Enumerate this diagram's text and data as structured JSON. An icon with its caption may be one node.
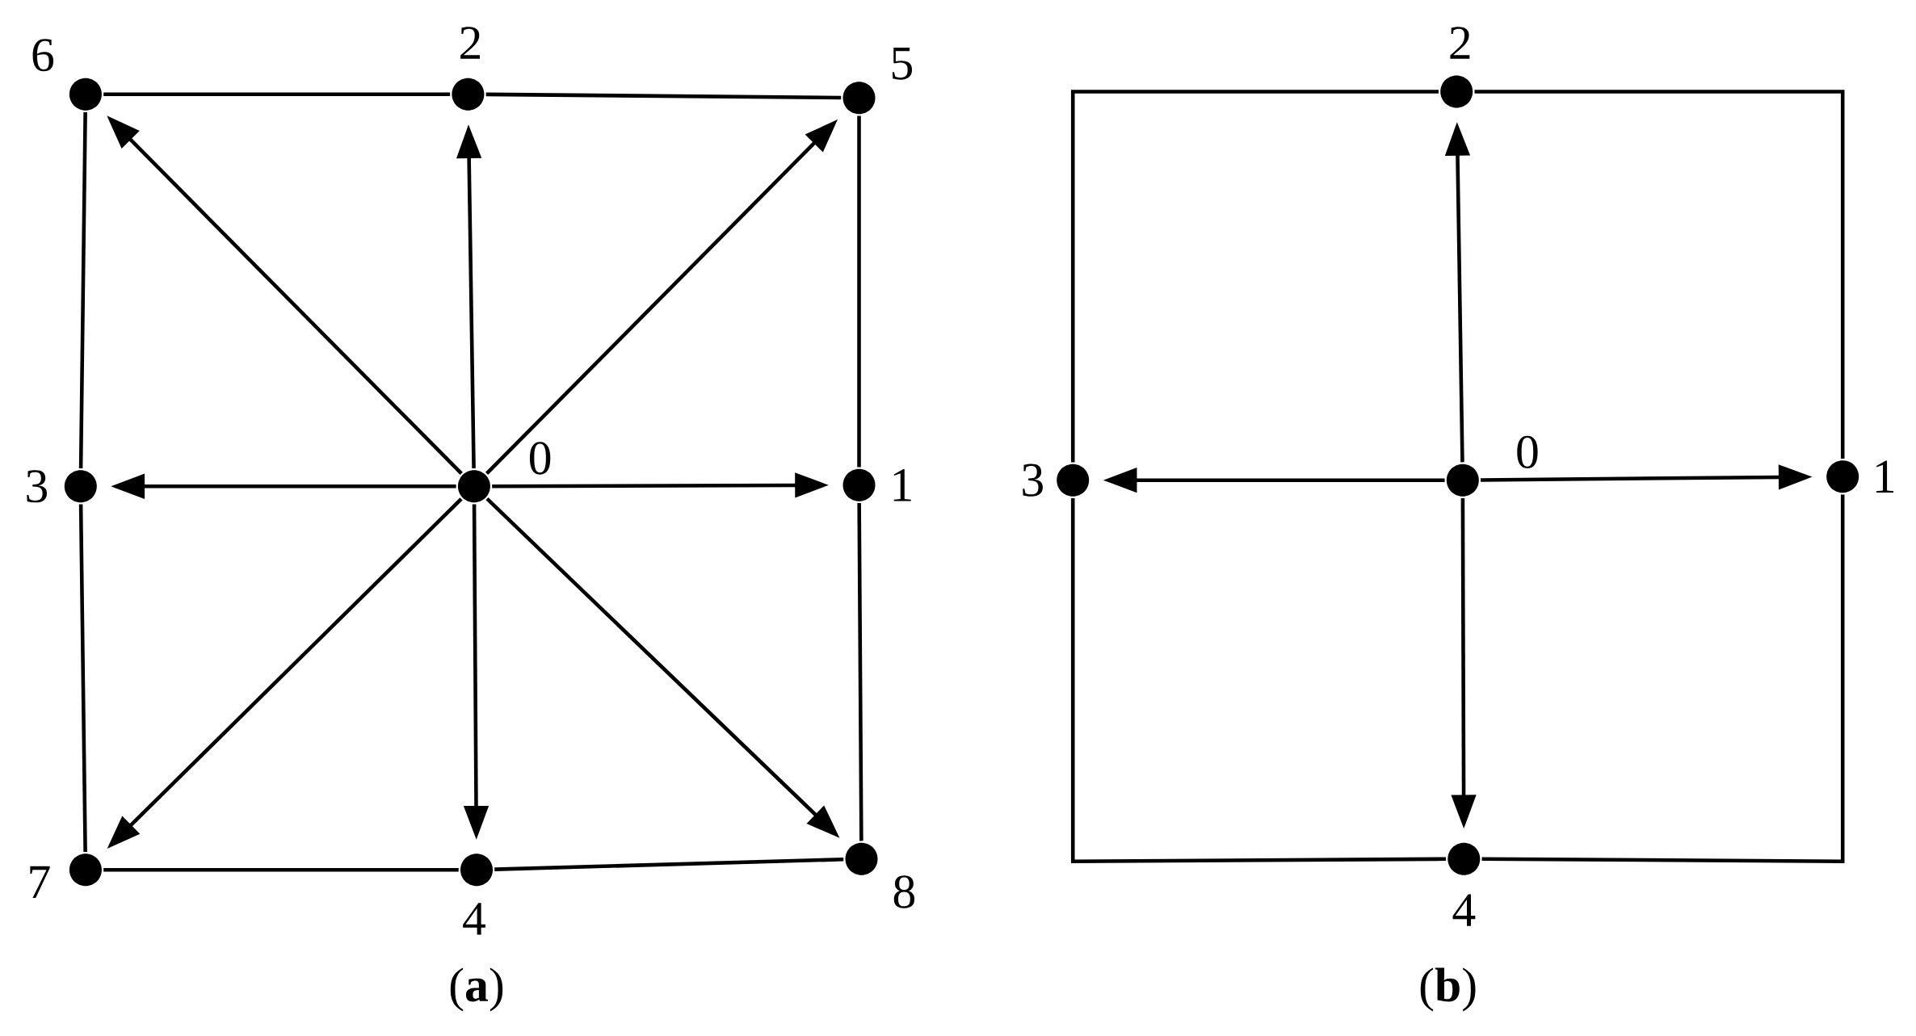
{
  "diagram": {
    "nodes": [
      {
        "text": [
          "0"
        ]
      },
      {
        "text": [
          "1"
        ]
      },
      {
        "text": [
          "2"
        ]
      },
      {
        "text": [
          "3"
        ]
      },
      {
        "text": [
          "4"
        ]
      },
      {
        "text": [
          "5"
        ]
      },
      {
        "text": [
          "6"
        ]
      },
      {
        "text": [
          "7"
        ]
      },
      {
        "text": [
          "8"
        ]
      },
      {
        "text": [
          "0"
        ]
      },
      {
        "text": [
          "1"
        ]
      },
      {
        "text": [
          "2"
        ]
      },
      {
        "text": [
          "3"
        ]
      },
      {
        "text": [
          "4"
        ]
      }
    ],
    "edges": [
      {
        "from": 0,
        "to": 1,
        "arrow": "to"
      },
      {
        "from": 0,
        "to": 2,
        "arrow": "to"
      },
      {
        "from": 0,
        "to": 3,
        "arrow": "to"
      },
      {
        "from": 0,
        "to": 4,
        "arrow": "to"
      },
      {
        "from": 0,
        "to": 5,
        "arrow": "to"
      },
      {
        "from": 0,
        "to": 6,
        "arrow": "to"
      },
      {
        "from": 0,
        "to": 7,
        "arrow": "to"
      },
      {
        "from": 0,
        "to": 8,
        "arrow": "to"
      },
      {
        "from": 6,
        "to": 2,
        "arrow": "none"
      },
      {
        "from": 2,
        "to": 5,
        "arrow": "none"
      },
      {
        "from": 5,
        "to": 1,
        "arrow": "none"
      },
      {
        "from": 1,
        "to": 8,
        "arrow": "none"
      },
      {
        "from": 8,
        "to": 4,
        "arrow": "none"
      },
      {
        "from": 4,
        "to": 7,
        "arrow": "none"
      },
      {
        "from": 7,
        "to": 3,
        "arrow": "none"
      },
      {
        "from": 3,
        "to": 6,
        "arrow": "none"
      },
      {
        "from": 9,
        "to": 10,
        "arrow": "to"
      },
      {
        "from": 9,
        "to": 11,
        "arrow": "to"
      },
      {
        "from": 9,
        "to": 12,
        "arrow": "to"
      },
      {
        "from": 9,
        "to": 13,
        "arrow": "to"
      },
      {
        "from": 11,
        "to": 10,
        "arrow": "none"
      },
      {
        "from": 10,
        "to": 13,
        "arrow": "none"
      },
      {
        "from": 13,
        "to": 12,
        "arrow": "none"
      },
      {
        "from": 12,
        "to": 11,
        "arrow": "none"
      }
    ],
    "labels": [
      "(**a**)",
      "(**b**)"
    ]
  }
}
